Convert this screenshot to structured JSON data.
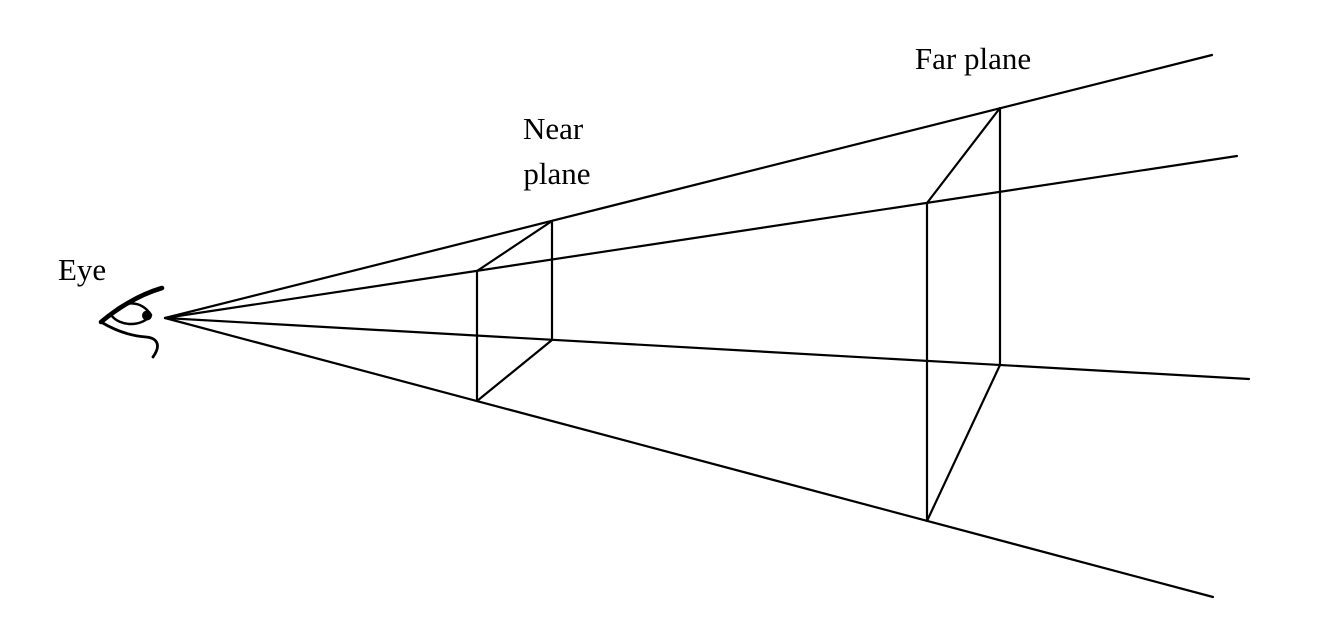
{
  "diagram": {
    "type": "viewing-frustum",
    "labels": {
      "eye": "Eye",
      "near_plane": [
        "Near",
        "plane"
      ],
      "far_plane": "Far plane"
    },
    "icons": {
      "eye": "eye-icon"
    },
    "colors": {
      "line": "#000000",
      "text": "#000000",
      "background": "#ffffff"
    }
  }
}
